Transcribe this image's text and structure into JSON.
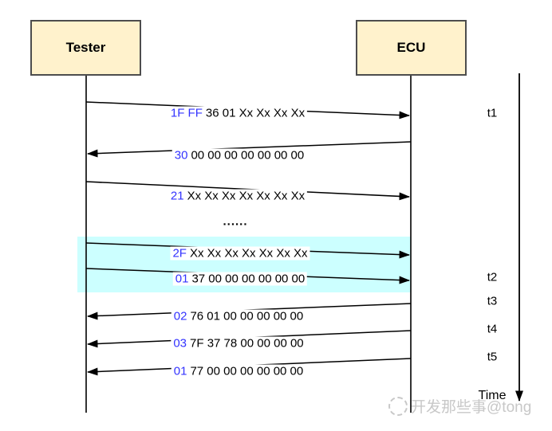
{
  "actors": [
    {
      "label": "Tester"
    },
    {
      "label": "ECU"
    }
  ],
  "messages": [
    {
      "prefix": "1F FF",
      "rest": "36 01 Xx Xx Xx Xx",
      "direction": "tester-to-ecu",
      "highlighted": false,
      "time": "t1"
    },
    {
      "prefix": "30",
      "rest": "00 00 00 00 00 00 00",
      "direction": "ecu-to-tester",
      "highlighted": false,
      "time": ""
    },
    {
      "prefix": "21",
      "rest": "Xx Xx Xx Xx Xx Xx Xx",
      "direction": "tester-to-ecu",
      "highlighted": false,
      "time": ""
    },
    {
      "prefix": "2F",
      "rest": "Xx Xx Xx Xx Xx Xx Xx",
      "direction": "tester-to-ecu",
      "highlighted": true,
      "time": ""
    },
    {
      "prefix": "01",
      "rest": "37 00 00 00 00 00 00",
      "direction": "tester-to-ecu",
      "highlighted": true,
      "time": "t2"
    },
    {
      "prefix": "02",
      "rest": "76 01 00 00 00 00 00",
      "direction": "ecu-to-tester",
      "highlighted": false,
      "time": "t3"
    },
    {
      "prefix": "03",
      "rest": "7F 37 78 00 00 00 00",
      "direction": "ecu-to-tester",
      "highlighted": false,
      "time": "t4"
    },
    {
      "prefix": "01",
      "rest": "77 00 00 00 00 00 00",
      "direction": "ecu-to-tester",
      "highlighted": false,
      "time": "t5"
    }
  ],
  "ellipsis": "......",
  "timeline": {
    "labels": [
      "t1",
      "t2",
      "t3",
      "t4",
      "t5"
    ],
    "axis_label": "Time"
  },
  "watermark": {
    "text": "开发那些事@tong"
  },
  "colors": {
    "actor_fill": "#FFF2CC",
    "actor_border": "#4D4D4D",
    "highlight_band": "#CCFFFF",
    "byte_prefix_blue": "#3333FF",
    "line": "#000000",
    "watermark_gray": "#C8C8C8"
  }
}
